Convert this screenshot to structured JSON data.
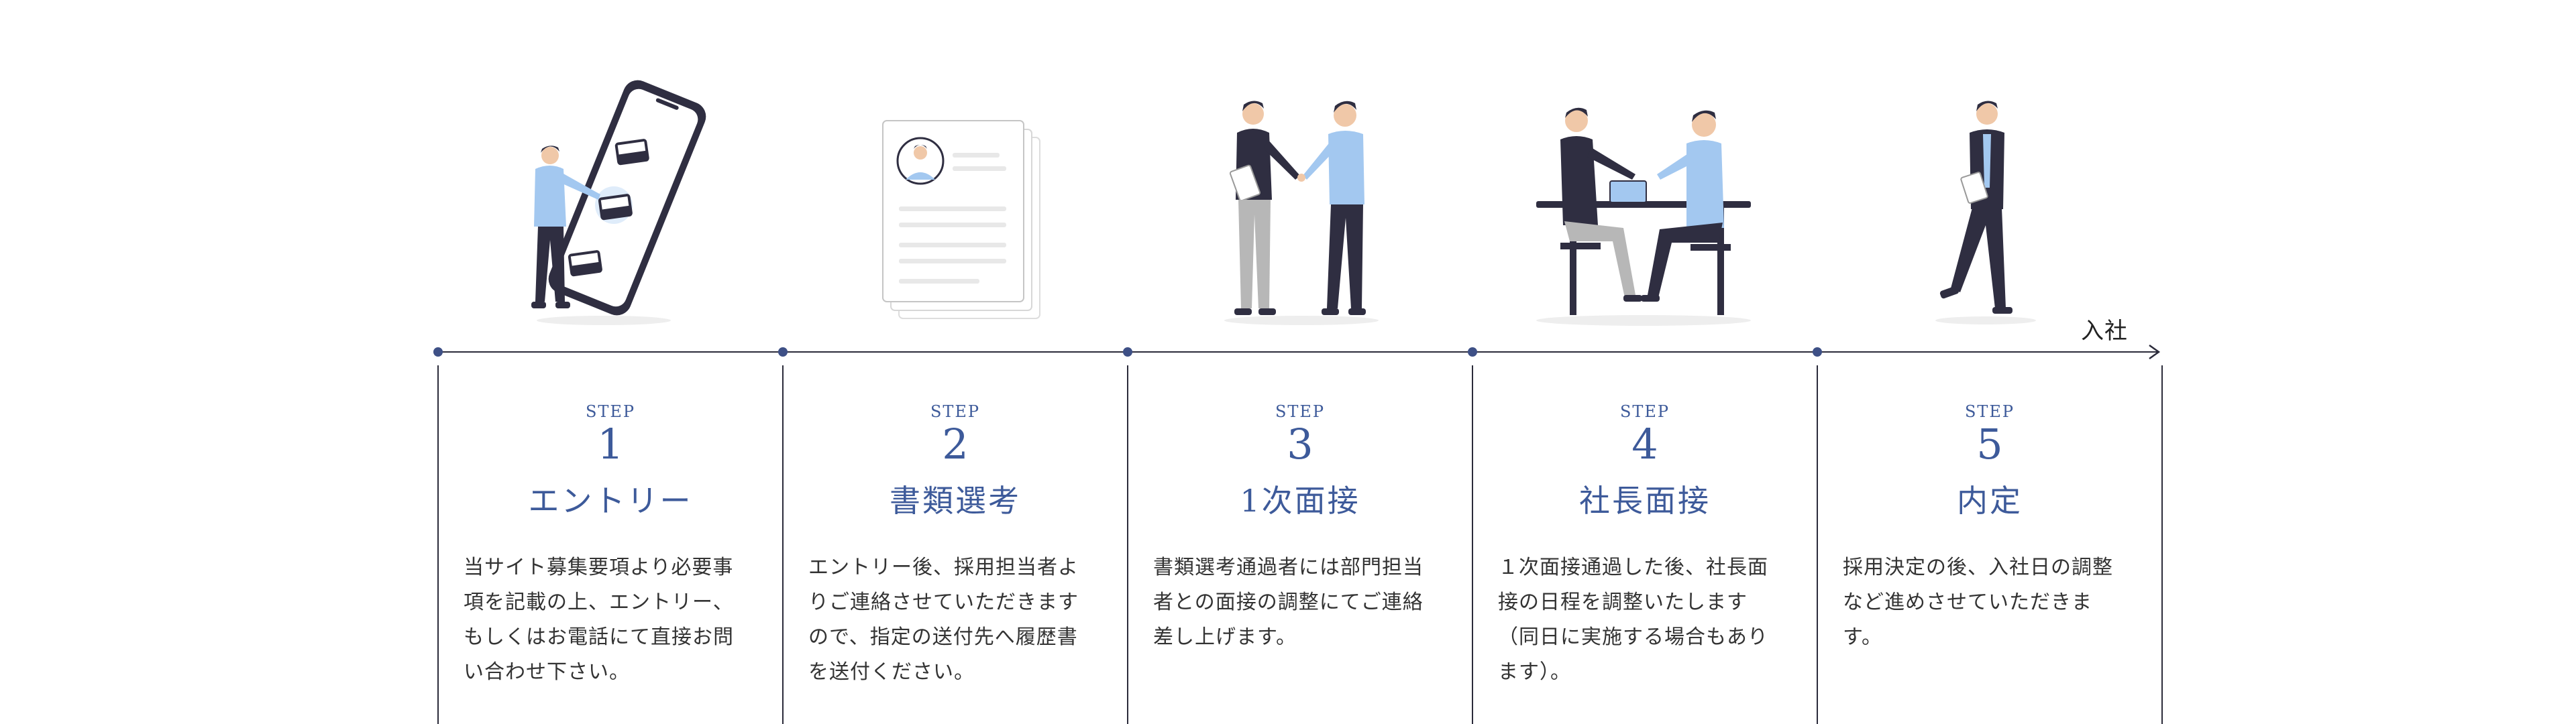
{
  "goal_label": "入社",
  "step_tag": "STEP",
  "steps": [
    {
      "num": "1",
      "title": "エントリー",
      "desc": "当サイト募集要項より必要事項を記載の上、エントリー、もしくはお電話にて直接お問い合わせ下さい。",
      "illustration": "phone-entry-illustration"
    },
    {
      "num": "2",
      "title": "書類選考",
      "desc": "エントリー後、採用担当者よりご連絡させていただきますので、指定の送付先へ履歴書を送付ください。",
      "illustration": "resume-document-illustration"
    },
    {
      "num": "3",
      "title": "1次面接",
      "desc": "書類選考通過者には部門担当者との面接の調整にてご連絡差し上げます。",
      "illustration": "handshake-illustration"
    },
    {
      "num": "4",
      "title": "社長面接",
      "desc": "１次面接通過した後、社長面接の日程を調整いたします（同日に実施する場合もあります）。",
      "illustration": "meeting-table-illustration"
    },
    {
      "num": "5",
      "title": "内定",
      "desc": "採用決定の後、入社日の調整など進めさせていただきます。",
      "illustration": "walking-person-illustration"
    }
  ],
  "colors": {
    "accent": "#3d5a9a",
    "dot": "#3e5086",
    "line": "#2b2b3a",
    "illustration_light_blue": "#a3c8f0",
    "illustration_navy": "#2f2e41"
  }
}
